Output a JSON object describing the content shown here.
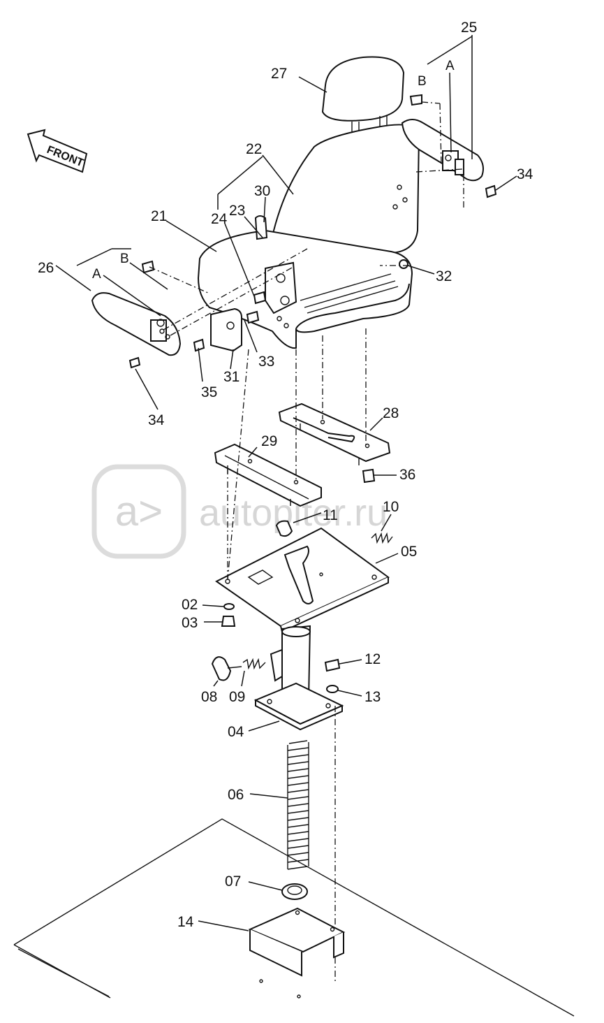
{
  "front_arrow": {
    "label": "FRONT"
  },
  "watermark": {
    "text": "autopiter.ru",
    "logo_glyph": "a>"
  },
  "view_refs": {
    "a": "A",
    "b": "B"
  },
  "callouts": [
    {
      "id": "27",
      "part": "headrest"
    },
    {
      "id": "25",
      "part": "armrest-right"
    },
    {
      "id": "22",
      "part": "backrest"
    },
    {
      "id": "30",
      "part": "recline-lever-knob"
    },
    {
      "id": "23",
      "part": "recline-bracket"
    },
    {
      "id": "24",
      "part": "bolt"
    },
    {
      "id": "21",
      "part": "seat-cushion"
    },
    {
      "id": "26",
      "part": "armrest-left"
    },
    {
      "id": "34",
      "part": "screw"
    },
    {
      "id": "32",
      "part": "washer"
    },
    {
      "id": "33",
      "part": "bolt"
    },
    {
      "id": "35",
      "part": "screw"
    },
    {
      "id": "31",
      "part": "side-cover"
    },
    {
      "id": "28",
      "part": "slide-rail-right"
    },
    {
      "id": "29",
      "part": "slide-rail-left"
    },
    {
      "id": "36",
      "part": "bolt"
    },
    {
      "id": "10",
      "part": "spring"
    },
    {
      "id": "11",
      "part": "knob"
    },
    {
      "id": "05",
      "part": "seat-plate"
    },
    {
      "id": "02",
      "part": "washer"
    },
    {
      "id": "03",
      "part": "nut"
    },
    {
      "id": "12",
      "part": "bolt"
    },
    {
      "id": "13",
      "part": "washer"
    },
    {
      "id": "08",
      "part": "height-knob"
    },
    {
      "id": "09",
      "part": "set-screw"
    },
    {
      "id": "04",
      "part": "pedestal"
    },
    {
      "id": "06",
      "part": "spring"
    },
    {
      "id": "07",
      "part": "spring-seat"
    },
    {
      "id": "14",
      "part": "base-bracket"
    }
  ]
}
